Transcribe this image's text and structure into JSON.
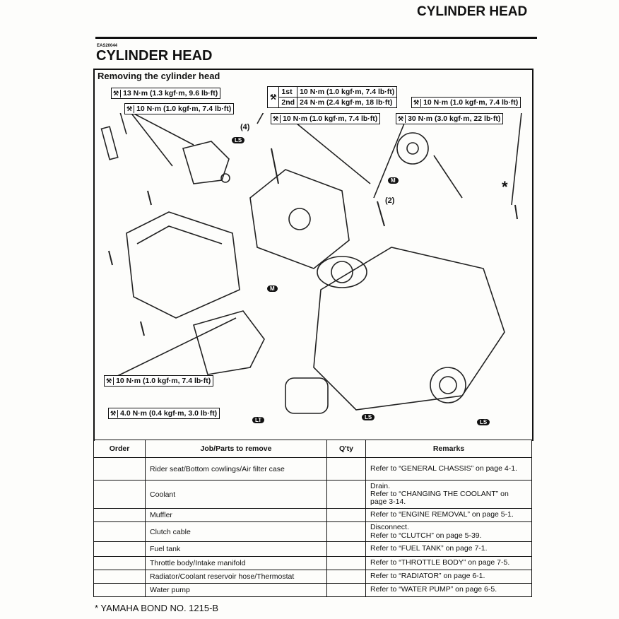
{
  "header": {
    "running_title": "CYLINDER HEAD",
    "section_code": "EAS20044",
    "title": "CYLINDER HEAD"
  },
  "figure": {
    "subtitle": "Removing the cylinder head",
    "torques": {
      "t1": "13 N·m (1.3 kgf·m, 9.6 lb·ft)",
      "t2": "10 N·m (1.0 kgf·m, 7.4 lb·ft)",
      "t3": "10 N·m (1.0 kgf·m, 7.4 lb·ft)",
      "t4": "10 N·m (1.0 kgf·m, 7.4 lb·ft)",
      "t5": "30 N·m (3.0 kgf·m, 22 lb·ft)",
      "t6": "10 N·m (1.0 kgf·m, 7.4 lb·ft)",
      "t7": "4.0 N·m (0.4 kgf·m, 3.0 lb·ft)"
    },
    "tighten_sequence": [
      {
        "step": "1st",
        "value": "10 N·m (1.0 kgf·m, 7.4 lb·ft)"
      },
      {
        "step": "2nd",
        "value": "24 N·m (2.4 kgf·m, 18 lb·ft)"
      }
    ],
    "markers": {
      "m4": "(4)",
      "m2": "(2)",
      "star": "*",
      "ls": "LS",
      "m": "M",
      "lt": "LT"
    }
  },
  "table": {
    "headers": [
      "Order",
      "Job/Parts to remove",
      "Q'ty",
      "Remarks"
    ],
    "rows": [
      {
        "order": "",
        "job": "Rider seat/Bottom cowlings/Air filter case",
        "qty": "",
        "remarks": "Refer to “GENERAL CHASSIS” on page 4-1."
      },
      {
        "order": "",
        "job": "Coolant",
        "qty": "",
        "remarks": "Drain.\nRefer to “CHANGING THE COOLANT” on page 3-14."
      },
      {
        "order": "",
        "job": "Muffler",
        "qty": "",
        "remarks": "Refer to “ENGINE REMOVAL” on page 5-1."
      },
      {
        "order": "",
        "job": "Clutch cable",
        "qty": "",
        "remarks": "Disconnect.\nRefer to “CLUTCH” on page 5-39."
      },
      {
        "order": "",
        "job": "Fuel tank",
        "qty": "",
        "remarks": "Refer to “FUEL TANK” on page 7-1."
      },
      {
        "order": "",
        "job": "Throttle body/Intake manifold",
        "qty": "",
        "remarks": "Refer to “THROTTLE BODY” on page 7-5."
      },
      {
        "order": "",
        "job": "Radiator/Coolant reservoir hose/Thermostat",
        "qty": "",
        "remarks": "Refer to “RADIATOR” on page 6-1."
      },
      {
        "order": "",
        "job": "Water pump",
        "qty": "",
        "remarks": "Refer to “WATER PUMP” on page 6-5."
      }
    ]
  },
  "footnote": "* YAMAHA BOND NO. 1215-B"
}
